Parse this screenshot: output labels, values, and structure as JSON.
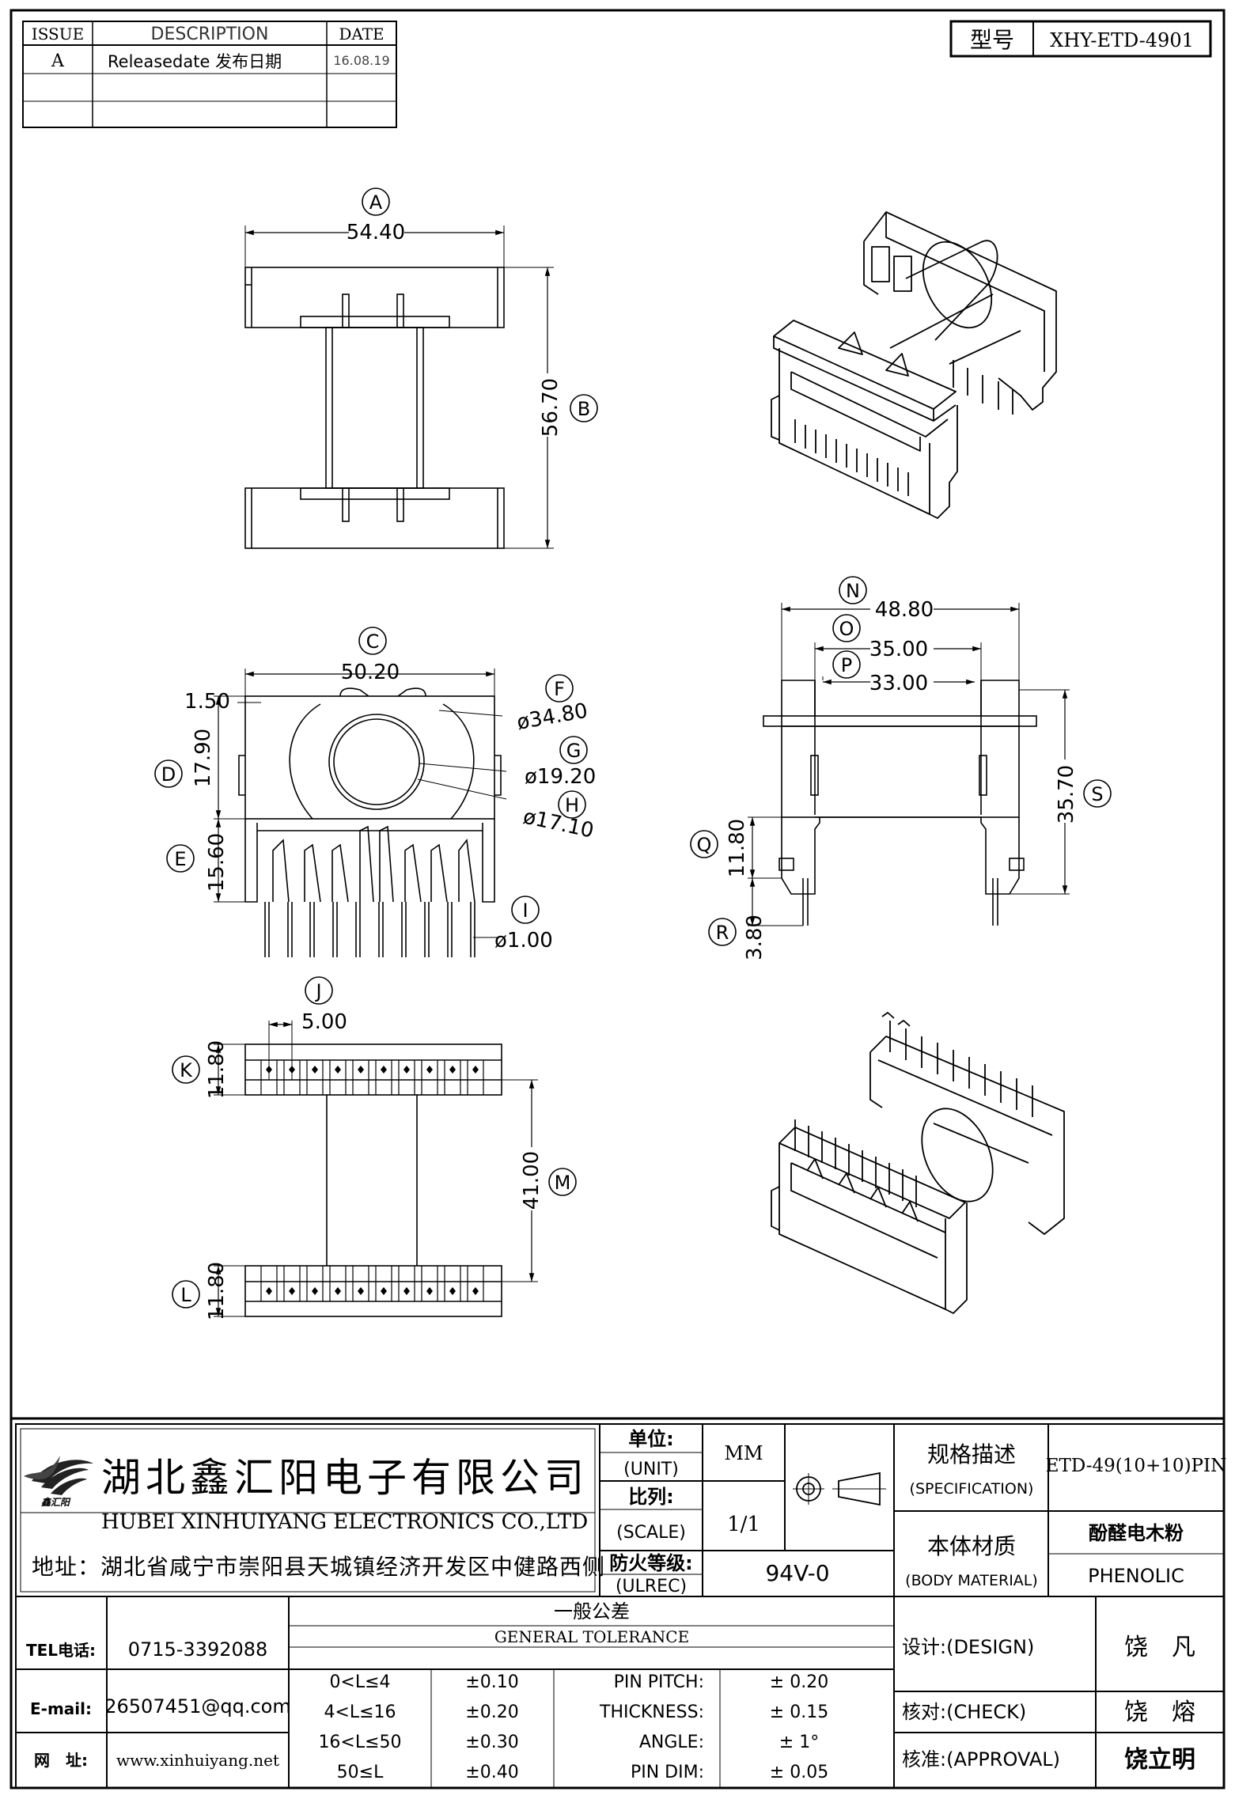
{
  "revision_table": {
    "headers": [
      "ISSUE",
      "DESCRIPTION",
      "DATE"
    ],
    "rows": [
      {
        "issue": "A",
        "description": "Releasedate 发布日期",
        "date": "16.08.19"
      },
      {
        "issue": "",
        "description": "",
        "date": ""
      },
      {
        "issue": "",
        "description": "",
        "date": ""
      }
    ]
  },
  "model": {
    "label": "型号",
    "value": "XHY-ETD-4901"
  },
  "dimensions": {
    "A": {
      "letter": "A",
      "value": "54.40"
    },
    "B": {
      "letter": "B",
      "value": "56.70"
    },
    "C": {
      "letter": "C",
      "value": "50.20"
    },
    "C_small": {
      "value": "1.50"
    },
    "D": {
      "letter": "D",
      "value": "17.90"
    },
    "E": {
      "letter": "E",
      "value": "15.60"
    },
    "F": {
      "letter": "F",
      "value": "ø34.80"
    },
    "G": {
      "letter": "G",
      "value": "ø19.20"
    },
    "H": {
      "letter": "H",
      "value": "ø17.10"
    },
    "I": {
      "letter": "I",
      "value": "ø1.00"
    },
    "J": {
      "letter": "J",
      "value": "5.00"
    },
    "K": {
      "letter": "K",
      "value": "11.80"
    },
    "L": {
      "letter": "L",
      "value": "11.80"
    },
    "M": {
      "letter": "M",
      "value": "41.00"
    },
    "N": {
      "letter": "N",
      "value": "48.80"
    },
    "O": {
      "letter": "O",
      "value": "35.00"
    },
    "P": {
      "letter": "P",
      "value": "33.00"
    },
    "Q": {
      "letter": "Q",
      "value": "11.80"
    },
    "R": {
      "letter": "R",
      "value": "3.80"
    },
    "S": {
      "letter": "S",
      "value": "35.70"
    }
  },
  "company": {
    "name_cn": "湖北鑫汇阳电子有限公司",
    "name_en": "HUBEI XINHUIYANG ELECTRONICS CO.,LTD",
    "address": "地址：湖北省咸宁市崇阳县天城镇经济开发区中健路西侧",
    "logo_text": "鑫汇阳"
  },
  "spec_block": {
    "unit_label": "单位:",
    "unit_label_en": "(UNIT)",
    "unit_value": "MM",
    "scale_label": "比列:",
    "scale_label_en": "(SCALE)",
    "scale_value": "1/1",
    "ulrec_label": "防火等级:",
    "ulrec_label_en": "(ULREC)",
    "ulrec_value": "94V-0",
    "spec_label": "规格描述",
    "spec_label_en": "(SPECIFICATION)",
    "spec_value": "ETD-49(10+10)PIN",
    "material_label": "本体材质",
    "material_label_en": "(BODY MATERIAL)",
    "material_value_cn": "酚醛电木粉",
    "material_value": "PHENOLIC"
  },
  "contact": {
    "tel_label": "TEL电话:",
    "tel_value": "0715-3392088",
    "email_label": "E-mail:",
    "email_value": "26507451@qq.com",
    "web_label": "网　址:",
    "web_value": "www.xinhuiyang.net"
  },
  "tolerance": {
    "title_cn": "一般公差",
    "title_en": "GENERAL TOLERANCE",
    "rows": [
      {
        "range": "0<L≤4",
        "tol": "±0.10",
        "item": "PIN PITCH:",
        "val": "±  0.20"
      },
      {
        "range": "4<L≤16",
        "tol": "±0.20",
        "item": "THICKNESS:",
        "val": "±  0.15"
      },
      {
        "range": "16<L≤50",
        "tol": "±0.30",
        "item": "ANGLE:",
        "val": "±  1°"
      },
      {
        "range": "50≤L",
        "tol": "±0.40",
        "item": "PIN DIM:",
        "val": "±  0.05"
      }
    ]
  },
  "signoff": {
    "design_label": "设计:(DESIGN)",
    "design_name": "饶　凡",
    "check_label": "核对:(CHECK)",
    "check_name": "饶　熔",
    "approval_label": "核准:(APPROVAL)",
    "approval_name": "饶立明"
  }
}
